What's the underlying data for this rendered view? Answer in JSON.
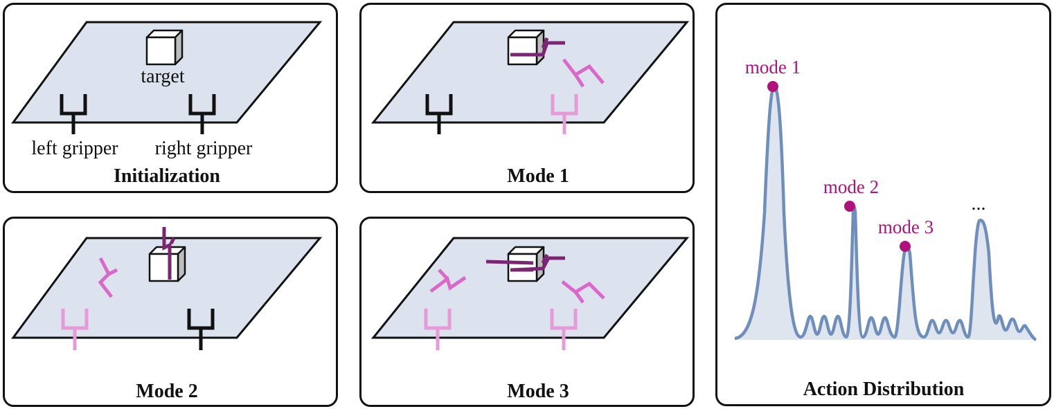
{
  "colors": {
    "plane_fill": "#dde3ee",
    "gripper_idle": "#111111",
    "gripper_faded": "#e79ad8",
    "gripper_mid": "#d968c8",
    "gripper_active": "#7a2672",
    "mode_accent": "#b0127c",
    "curve": "#6f8fba",
    "curve_fill": "#dfe5ef"
  },
  "panels": {
    "initialization": {
      "title": "Initialization",
      "target_label": "target",
      "left_gripper_label": "left gripper",
      "right_gripper_label": "right gripper"
    },
    "mode1": {
      "title": "Mode 1"
    },
    "mode2": {
      "title": "Mode 2"
    },
    "mode3": {
      "title": "Mode 3"
    },
    "distribution": {
      "title": "Action Distribution",
      "peaks": [
        {
          "label": "mode 1"
        },
        {
          "label": "mode 2"
        },
        {
          "label": "mode 3"
        },
        {
          "label": "..."
        }
      ]
    }
  }
}
